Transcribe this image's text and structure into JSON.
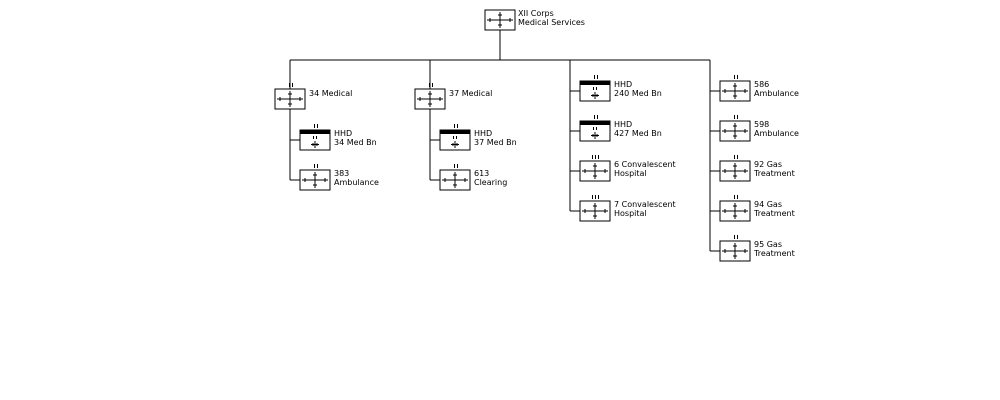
{
  "root": {
    "line1": "XII Corps",
    "line2": "Medical Services",
    "symbol": "medical-unit-symbol"
  },
  "columns": [
    {
      "head": {
        "line1": "34 Medical",
        "line2": "",
        "echelon": "II",
        "hq": false
      },
      "children": [
        {
          "line1": "HHD",
          "line2": "34 Med Bn",
          "echelon": "II",
          "hq": true
        },
        {
          "line1": "383",
          "line2": "Ambulance",
          "echelon": "II",
          "hq": false
        }
      ]
    },
    {
      "head": {
        "line1": "37 Medical",
        "line2": "",
        "echelon": "II",
        "hq": false
      },
      "children": [
        {
          "line1": "HHD",
          "line2": "37 Med Bn",
          "echelon": "II",
          "hq": true
        },
        {
          "line1": "613",
          "line2": "Clearing",
          "echelon": "II",
          "hq": false
        }
      ]
    },
    {
      "head": null,
      "children": [
        {
          "line1": "HHD",
          "line2": "240 Med Bn",
          "echelon": "II",
          "hq": true
        },
        {
          "line1": "HHD",
          "line2": "427 Med Bn",
          "echelon": "II",
          "hq": true
        },
        {
          "line1": "6 Convalescent",
          "line2": "Hospital",
          "echelon": "III",
          "hq": false
        },
        {
          "line1": "7 Convalescent",
          "line2": "Hospital",
          "echelon": "III",
          "hq": false
        }
      ]
    },
    {
      "head": null,
      "children": [
        {
          "line1": "586",
          "line2": "Ambulance",
          "echelon": "II",
          "hq": false
        },
        {
          "line1": "598",
          "line2": "Ambulance",
          "echelon": "II",
          "hq": false
        },
        {
          "line1": "92 Gas",
          "line2": "Treatment",
          "echelon": "II",
          "hq": false
        },
        {
          "line1": "94 Gas",
          "line2": "Treatment",
          "echelon": "II",
          "hq": false
        },
        {
          "line1": "95 Gas",
          "line2": "Treatment",
          "echelon": "II",
          "hq": false
        }
      ]
    }
  ]
}
